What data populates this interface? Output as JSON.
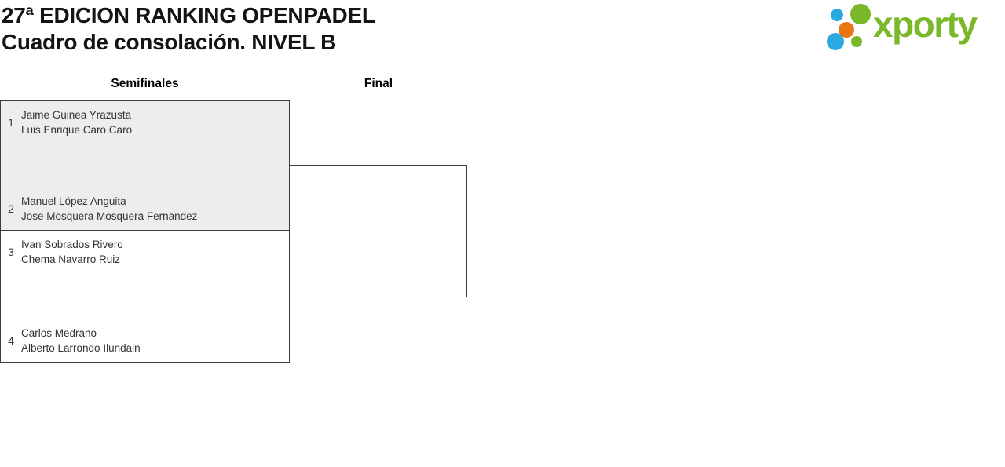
{
  "header": {
    "title_line1": "27ª EDICION RANKING OPENPADEL",
    "title_line2": "Cuadro de consolación. NIVEL B"
  },
  "logo": {
    "wordmark": "xporty",
    "colors": {
      "green": "#7ab829",
      "blue": "#2aa9e0",
      "orange": "#e87613"
    }
  },
  "bracket": {
    "rounds": [
      {
        "label": "Semifinales"
      },
      {
        "label": "Final"
      }
    ],
    "matches": [
      {
        "round": "Semifinales",
        "highlighted": true,
        "seats": [
          {
            "seed": "1",
            "players": [
              "Jaime Guinea Yrazusta",
              "Luis Enrique Caro Caro"
            ]
          },
          {
            "seed": "2",
            "players": [
              "Manuel López Anguita",
              "Jose Mosquera Mosquera Fernandez"
            ]
          }
        ]
      },
      {
        "round": "Semifinales",
        "highlighted": false,
        "seats": [
          {
            "seed": "3",
            "players": [
              "Ivan Sobrados Rivero",
              "Chema Navarro Ruiz"
            ]
          },
          {
            "seed": "4",
            "players": [
              "Carlos Medrano",
              "Alberto Larrondo Ilundain"
            ]
          }
        ]
      },
      {
        "round": "Final",
        "highlighted": false,
        "seats": []
      }
    ],
    "colors": {
      "match_bg_highlight": "#ededed",
      "match_bg": "#ffffff",
      "border": "#3c3c3c"
    }
  }
}
